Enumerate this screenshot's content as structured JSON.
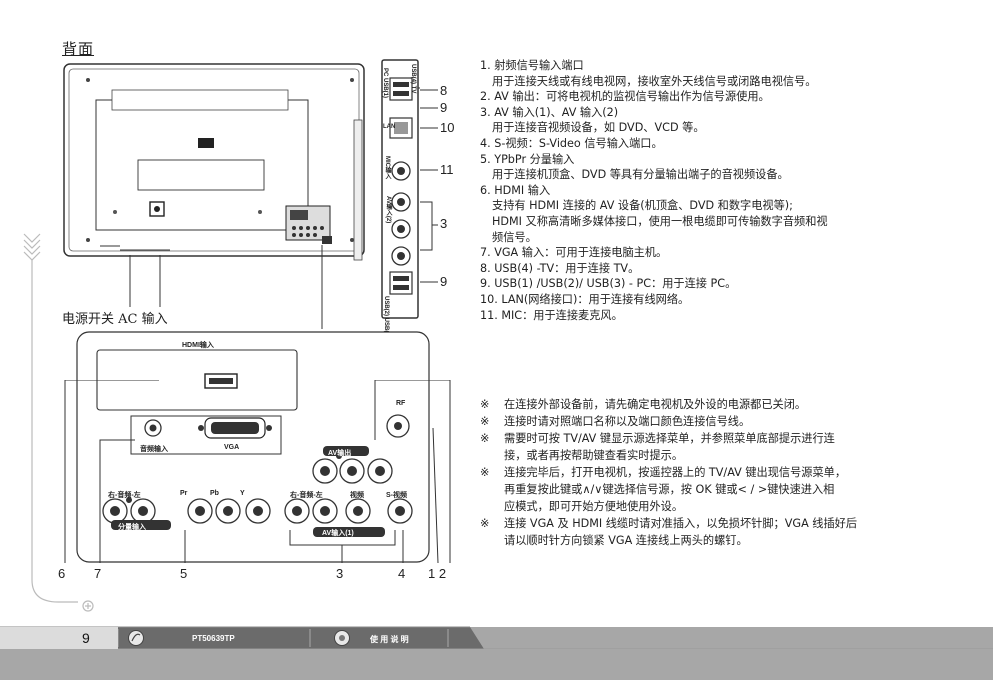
{
  "page": {
    "title": "背面",
    "power_label": "电源开关 AC 输入"
  },
  "panel_labels": {
    "hdmi": "HDMI输入",
    "audio_in": "音频输入",
    "vga": "VGA",
    "rf": "RF",
    "av_out": "AV输出",
    "comp_r": "右-音频-左",
    "pr": "Pr",
    "pb": "Pb",
    "y": "Y",
    "comp_in": "分量输入",
    "av_r": "右-音频-左",
    "video": "视频",
    "svideo": "S-视频",
    "av_in": "AV输入(1)"
  },
  "side_labels": {
    "usb_pc": "PC USB(1)",
    "usb_tv": "USB(4) TV",
    "lan": "LAN",
    "mic": "MIC输入",
    "av2": "AV输入(2)",
    "usb23": "USB(2) USB(3) PC"
  },
  "callouts": {
    "c8": "8",
    "c9a": "9",
    "c10": "10",
    "c11": "11",
    "c3a": "3",
    "c9b": "9",
    "b6": "6",
    "b7": "7",
    "b5": "5",
    "b3": "3",
    "b4": "4",
    "b12": "1 2"
  },
  "items": [
    {
      "text": "1. 射频信号输入端口"
    },
    {
      "text": "用于连接天线或有线电视网，接收室外天线信号或闭路电视信号。",
      "indent": true
    },
    {
      "text": "2. AV 输出：可将电视机的监视信号输出作为信号源使用。"
    },
    {
      "text": "3. AV 输入(1)、AV 输入(2)"
    },
    {
      "text": "用于连接音视频设备，如 DVD、VCD 等。",
      "indent": true
    },
    {
      "text": "4. S-视频：S-Video 信号输入端口。"
    },
    {
      "text": "5. YPbPr 分量输入"
    },
    {
      "text": "用于连接机顶盒、DVD 等具有分量输出端子的音视频设备。",
      "indent": true
    },
    {
      "text": "6. HDMI 输入"
    },
    {
      "text": "支持有 HDMI 连接的 AV 设备(机顶盒、DVD 和数字电视等);",
      "indent": true
    },
    {
      "text": "HDMI 又称高清晰多媒体接口，使用一根电缆即可传输数字音频和视",
      "indent": true
    },
    {
      "text": "频信号。",
      "indent": true
    },
    {
      "text": "7. VGA 输入：可用于连接电脑主机。"
    },
    {
      "text": "8. USB(4) -TV：用于连接 TV。"
    },
    {
      "text": "9. USB(1) /USB(2)/ USB(3) - PC：用于连接 PC。"
    },
    {
      "text": "10. LAN(网络接口)：用于连接有线网络。"
    },
    {
      "text": "11. MIC：用于连接麦克风。"
    }
  ],
  "notes": [
    {
      "mark": "※",
      "lines": [
        "在连接外部设备前，请先确定电视机及外设的电源都已关闭。"
      ]
    },
    {
      "mark": "※",
      "lines": [
        "连接时请对照端口名称以及端口颜色连接信号线。"
      ]
    },
    {
      "mark": "※",
      "lines": [
        "需要时可按 TV/AV 键显示源选择菜单，并参照菜单底部提示进行连",
        "接，或者再按帮助键查看实时提示。"
      ]
    },
    {
      "mark": "※",
      "lines": [
        "连接完毕后，打开电视机，按遥控器上的 TV/AV 键出现信号源菜单，",
        "再重复按此键或∧/∨键选择信号源，按 OK 键或< / >键快速进入相",
        "应模式，即可开始方便地使用外设。"
      ]
    },
    {
      "mark": "※",
      "lines": [
        "连接 VGA 及 HDMI 线缆时请对准插入，以免损坏针脚；VGA 线插好后",
        "请以顺时针方向锁紧 VGA 连接线上两头的螺钉。"
      ]
    }
  ],
  "footer": {
    "page_num": "9",
    "model": "PT50639TP",
    "manual": "使 用 说 明"
  }
}
